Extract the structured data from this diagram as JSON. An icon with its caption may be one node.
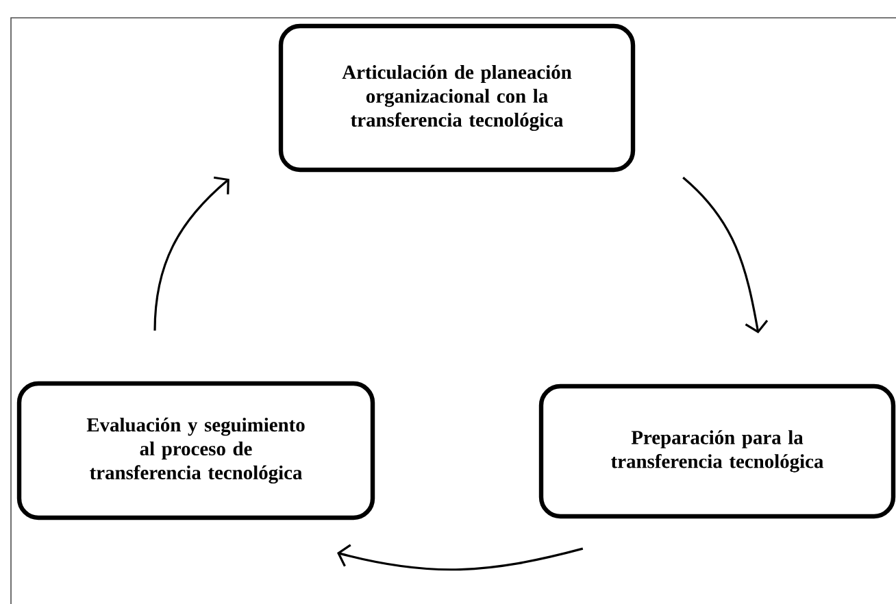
{
  "diagram": {
    "nodes": [
      {
        "text": [
          "Articulación de planeación organizacional con la transferencia tecnológica"
        ]
      },
      {
        "text": [
          "Preparación para la transferencia tecnológica"
        ]
      },
      {
        "text": [
          "Evaluación y seguimiento al proceso de transferencia tecnológica"
        ]
      }
    ],
    "edges": [
      {
        "from": 0,
        "to": 1,
        "arrow": "to"
      },
      {
        "from": 1,
        "to": 2,
        "arrow": "to"
      },
      {
        "from": 2,
        "to": 0,
        "arrow": "to"
      }
    ]
  }
}
